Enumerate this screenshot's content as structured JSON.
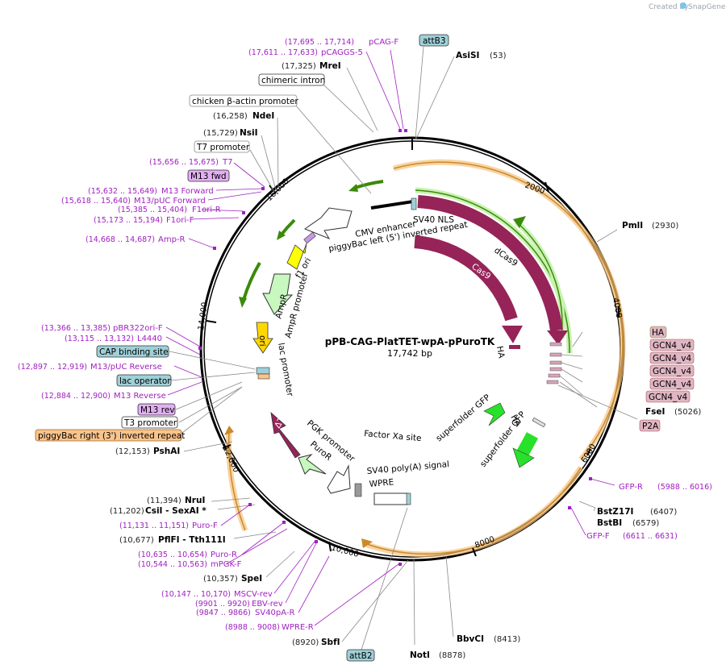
{
  "brand": {
    "text": "Created by",
    "name": "SnapGene"
  },
  "map": {
    "name": "pPB-CAG-PlatTET-wpA-pPuroTK",
    "length": "17,742 bp"
  },
  "ticks": [
    {
      "label": "2000"
    },
    {
      "label": "4000"
    },
    {
      "label": "6000"
    },
    {
      "label": "8000"
    },
    {
      "label": "10,000"
    },
    {
      "label": "12,000"
    },
    {
      "label": "14,000"
    },
    {
      "label": "16,000"
    }
  ],
  "sites": [
    {
      "name": "AsiSI",
      "pos": "(53)"
    },
    {
      "name": "MreI",
      "pos": "(17,325)"
    },
    {
      "name": "NdeI",
      "pos": "(16,258)"
    },
    {
      "name": "NsiI",
      "pos": "(15,729)"
    },
    {
      "name": "PmlI",
      "pos": "(2930)"
    },
    {
      "name": "FseI",
      "pos": "(5026)"
    },
    {
      "name": "BstZ17I",
      "pos": "(6407)"
    },
    {
      "name": "BstBI",
      "pos": "(6579)"
    },
    {
      "name": "BbvCI",
      "pos": "(8413)"
    },
    {
      "name": "NotI",
      "pos": "(8878)"
    },
    {
      "name": "SbfI",
      "pos": "(8920)"
    },
    {
      "name": "SpeI",
      "pos": "(10,357)"
    },
    {
      "name": "PflFI  - Tth111I",
      "pos": "(10,677)"
    },
    {
      "name": "CsiI  - SexAI *",
      "pos": "(11,202)"
    },
    {
      "name": "NruI",
      "pos": "(11,394)"
    },
    {
      "name": "PshAI",
      "pos": "(12,153)"
    }
  ],
  "primers": [
    {
      "name": "pCAG-F",
      "pos": "(17,695 .. 17,714)"
    },
    {
      "name": "pCAGGS-5",
      "pos": "(17,611 .. 17,633)"
    },
    {
      "name": "T7",
      "pos": "(15,656 .. 15,675)"
    },
    {
      "name": "M13 Forward",
      "pos": "(15,632 .. 15,649)"
    },
    {
      "name": "M13/pUC Forward",
      "pos": "(15,618 .. 15,640)"
    },
    {
      "name": "F1ori-R",
      "pos": "(15,385 .. 15,404)"
    },
    {
      "name": "F1ori-F",
      "pos": "(15,173 .. 15,194)"
    },
    {
      "name": "Amp-R",
      "pos": "(14,668 .. 14,687)"
    },
    {
      "name": "pBR322ori-F",
      "pos": "(13,366 .. 13,385)"
    },
    {
      "name": "L4440",
      "pos": "(13,115 .. 13,132)"
    },
    {
      "name": "M13/pUC Reverse",
      "pos": "(12,897 .. 12,919)"
    },
    {
      "name": "M13 Reverse",
      "pos": "(12,884 .. 12,900)"
    },
    {
      "name": "Puro-F",
      "pos": "(11,131 .. 11,151)"
    },
    {
      "name": "Puro-R",
      "pos": "(10,635 .. 10,654)"
    },
    {
      "name": "mPGK-F",
      "pos": "(10,544 .. 10,563)"
    },
    {
      "name": "MSCV-rev",
      "pos": "(10,147 .. 10,170)"
    },
    {
      "name": "EBV-rev",
      "pos": "(9901 .. 9920)"
    },
    {
      "name": "SV40pA-R",
      "pos": "(9847 .. 9866)"
    },
    {
      "name": "WPRE-R",
      "pos": "(8988 .. 9008)"
    },
    {
      "name": "GFP-R",
      "pos": "(5988 .. 6016)"
    },
    {
      "name": "GFP-F",
      "pos": "(6611 .. 6631)"
    }
  ],
  "boxes": [
    {
      "text": "attB3"
    },
    {
      "text": "chimeric intron"
    },
    {
      "text": "chicken β-actin promoter"
    },
    {
      "text": "T7 promoter"
    },
    {
      "text": "M13 fwd"
    },
    {
      "text": "CAP binding site"
    },
    {
      "text": "lac operator"
    },
    {
      "text": "M13 rev"
    },
    {
      "text": "T3 promoter"
    },
    {
      "text": "piggyBac right (3') inverted repeat"
    },
    {
      "text": "HA"
    },
    {
      "text": "GCN4_v4"
    },
    {
      "text": "GCN4_v4"
    },
    {
      "text": "GCN4_v4"
    },
    {
      "text": "GCN4_v4"
    },
    {
      "text": "GCN4_v4"
    },
    {
      "text": "P2A"
    },
    {
      "text": "attB2"
    }
  ],
  "features": [
    {
      "text": "CMV enhancer"
    },
    {
      "text": "piggyBac left (5') inverted repeat"
    },
    {
      "text": "SV40 NLS"
    },
    {
      "text": "dCas9"
    },
    {
      "text": "Cas9"
    },
    {
      "text": "HA"
    },
    {
      "text": "f1 ori"
    },
    {
      "text": "AmpR"
    },
    {
      "text": "AmpR promoter"
    },
    {
      "text": "ori"
    },
    {
      "text": "lac promoter"
    },
    {
      "text": "superfolder GFP"
    },
    {
      "text": "HA"
    },
    {
      "text": "superfolder GFP"
    },
    {
      "text": "Factor Xa site"
    },
    {
      "text": "PGK promoter"
    },
    {
      "text": "PuroR"
    },
    {
      "text": "ΔTK"
    },
    {
      "text": "SV40 poly(A) signal"
    },
    {
      "text": "WPRE"
    }
  ],
  "colors": {
    "primer": "#a020c0",
    "cas9": "#962459",
    "gfp": "#28e12a",
    "puro": "#c8f7c0",
    "ori": "#ffd700",
    "orange_ring": "#f6c27c",
    "green_ring": "#3b8a0a",
    "box_blue": "#9fd0d8",
    "box_pink": "#e0b6c4",
    "box_violet": "#e2b0f2",
    "box_orange": "#f9c48c"
  }
}
